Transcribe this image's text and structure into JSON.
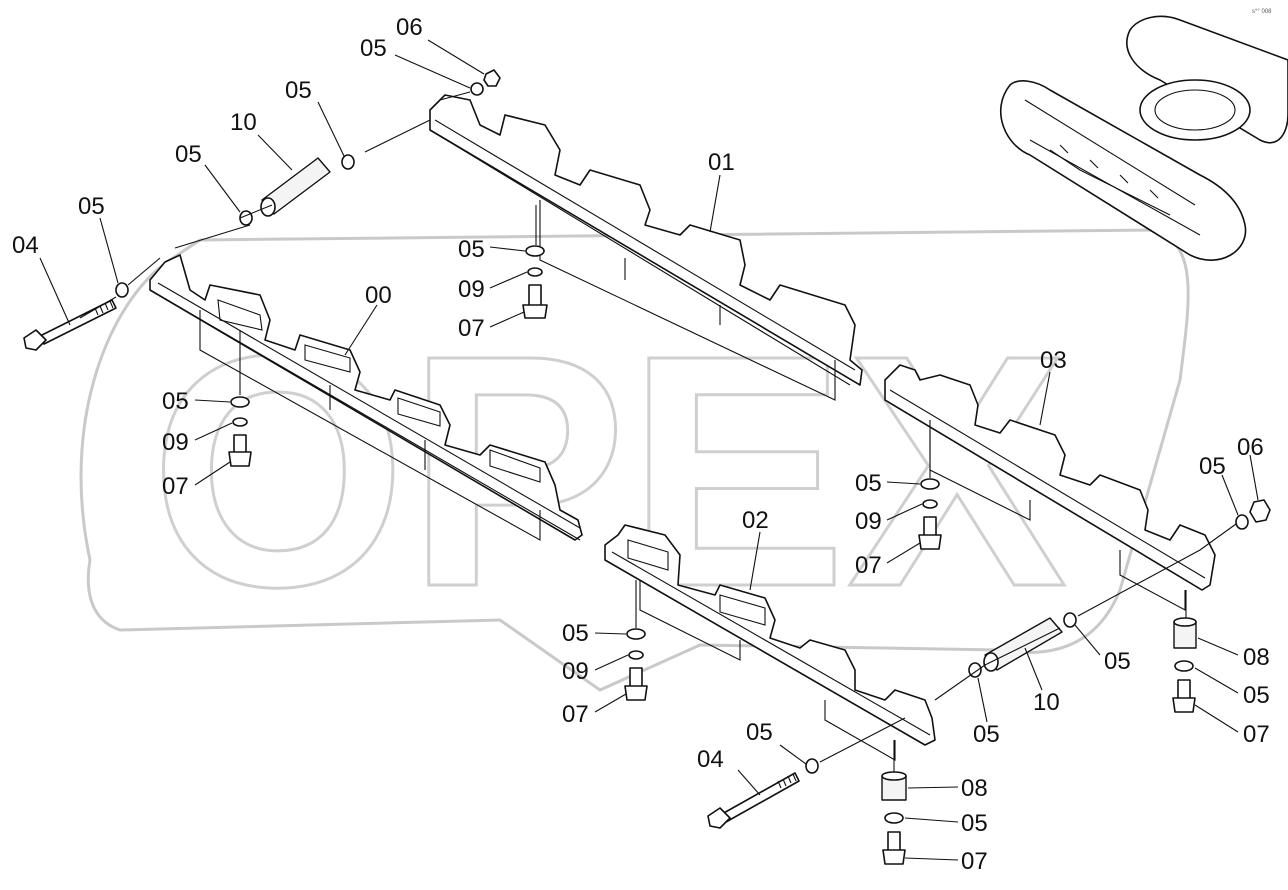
{
  "corner_mark": "s°° 008",
  "watermark_text": "OPEX",
  "callouts": {
    "c06_top": "06",
    "c05_top_a": "05",
    "c05_top_b": "05",
    "c10_top": "10",
    "c05_top_c": "05",
    "c05_left": "05",
    "c04_left": "04",
    "c01": "01",
    "c00": "00",
    "c05_mid": "05",
    "c09_mid": "09",
    "c07_mid": "07",
    "c05_l2": "05",
    "c09_l2": "09",
    "c07_l2": "07",
    "c03": "03",
    "c06_right": "06",
    "c05_right": "05",
    "c05_r2": "05",
    "c09_r2": "09",
    "c07_r2": "07",
    "c02": "02",
    "c05_b1": "05",
    "c09_b1": "09",
    "c07_b1": "07",
    "c05_b2": "05",
    "c08_right": "08",
    "c05_r3": "05",
    "c07_r3": "07",
    "c10_bottom": "10",
    "c05_b3": "05",
    "c04_bottom": "04",
    "c05_b4": "05",
    "c08_bottom": "08",
    "c05_b5": "05",
    "c07_b5": "07"
  }
}
